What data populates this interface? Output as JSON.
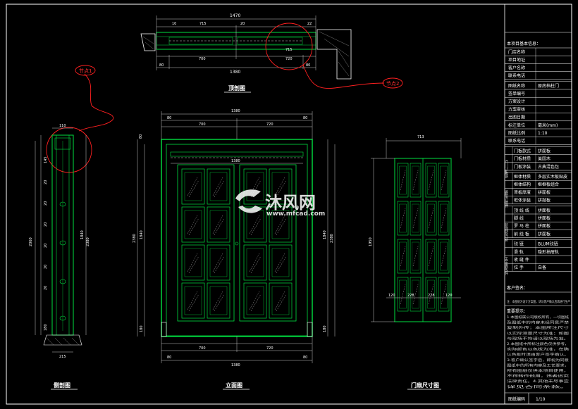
{
  "views": {
    "top_title": "顶剖图",
    "side_title": "侧剖图",
    "front_title": "立面图",
    "leaf_title": "门扇尺寸图"
  },
  "nodes": {
    "node1": "节点1",
    "node2": "节点2"
  },
  "top_dims": {
    "total_top": "1470",
    "t10": "10",
    "t715": "715",
    "t20": "20",
    "t22": "22",
    "t715b": "715",
    "b700": "700",
    "b720": "720",
    "b80l": "80",
    "b80r": "80",
    "total_bottom": "1380"
  },
  "front_dims": {
    "top_total": "1380",
    "top80l": "80",
    "top80r": "80",
    "top700": "700",
    "top720": "720",
    "inner_top": "1380",
    "left_h": "2380",
    "right_h": "2380",
    "left_inner": "1840",
    "right_inner": "1840",
    "left_bot": "180",
    "right_bot": "180",
    "side_top": "80",
    "bot700": "700",
    "bot720": "720",
    "bot80l": "80",
    "bot80r": "80",
    "bot_total": "1380"
  },
  "side_dims": {
    "top": "110",
    "h_total": "2060",
    "h_total2": "2380",
    "h_inner": "1840",
    "bottom": "215",
    "marks": [
      "145",
      "20",
      "20",
      "20",
      "20",
      "20",
      "20",
      "180"
    ]
  },
  "leaf_dims": {
    "width": "713",
    "height": "1950",
    "b120l": "120",
    "b120r": "120",
    "b228l": "228",
    "b228r": "228"
  },
  "title_block": {
    "project_info_header": "本项目基本信息：",
    "rows_a": [
      {
        "label": "门店名称",
        "value": ""
      },
      {
        "label": "项目地址",
        "value": ""
      },
      {
        "label": "客户名称",
        "value": ""
      },
      {
        "label": "联系电话",
        "value": ""
      }
    ],
    "rows_b": [
      {
        "label": "图纸名称",
        "value": "原房档柱门"
      },
      {
        "label": "签单编号",
        "value": ""
      },
      {
        "label": "方案设计",
        "value": ""
      },
      {
        "label": "方案审核",
        "value": ""
      },
      {
        "label": "出图日期",
        "value": ""
      },
      {
        "label": "标注单位",
        "value": "毫米(mm)"
      },
      {
        "label": "图纸比例",
        "value": "1:10"
      },
      {
        "label": "联系电话",
        "value": ""
      }
    ],
    "group_door": "门板",
    "rows_door": [
      {
        "label": "门板款式",
        "value": "拼面板"
      },
      {
        "label": "门板材质",
        "value": "美国木"
      },
      {
        "label": "门板涂装",
        "value": "古典混色包"
      }
    ],
    "group_frame": "框体",
    "rows_frame": [
      {
        "label": "框体材质",
        "value": "多层实木板贴皮"
      },
      {
        "label": "框体结构",
        "value": "框框板组合"
      },
      {
        "label": "背板厚度",
        "value": "拼面板"
      },
      {
        "label": "框体涂装",
        "value": "拼抛板"
      }
    ],
    "group_line": "装饰线及门套",
    "rows_line": [
      {
        "label": "顶 线 线",
        "value": "拼面板"
      },
      {
        "label": "脚 线",
        "value": "拼面板"
      },
      {
        "label": "罗 马 柱",
        "value": "拼面板"
      },
      {
        "label": "前 线 板",
        "value": "拼面板"
      }
    ],
    "group_hw": "五金配件",
    "rows_hw": [
      {
        "label": "铰 链",
        "value": "BLUM铰链"
      },
      {
        "label": "滑 轨",
        "value": "隐形抽屉轨"
      },
      {
        "label": "收 缝 件",
        "value": ""
      },
      {
        "label": "拉 手",
        "value": "自备"
      }
    ],
    "customer_sign": "客户签名：",
    "note_line": "注：本图纸为设计方案图，请与客户确认后再进行生产",
    "remarks_title": "重要提示：",
    "remarks": [
      "1.本图纸属公司版权所有，一切图纸",
      "及图纸中的内容未经同意严禁",
      "复制外传；本图所注尺寸",
      "以实际测量尺寸为准；如图",
      "与现场不符请以现场为准。",
      "2.本图纸中所标注颜色仅供参考，",
      "实际颜色以色板为准，在确",
      "认色板时须由客户签字确认。",
      "3.客户确认签字后，即视为同意",
      "图纸中的所有内容及工艺要求，",
      "所有图纸仅供本项目使用，",
      "不得转作他用，违者追究",
      "法律责任。4.其他未尽事宜",
      "详见合同条款。"
    ],
    "drawing_no_label": "图纸编码",
    "drawing_no_value": "1/10"
  },
  "watermark": {
    "cn": "沐风网",
    "url": "www.mfcad.com"
  },
  "colors": {
    "bg": "#000000",
    "line": "#ffffff",
    "green": "#00e040",
    "dim": "#c8c8c8",
    "red": "#ff2020",
    "grey": "#9a9a9a"
  }
}
